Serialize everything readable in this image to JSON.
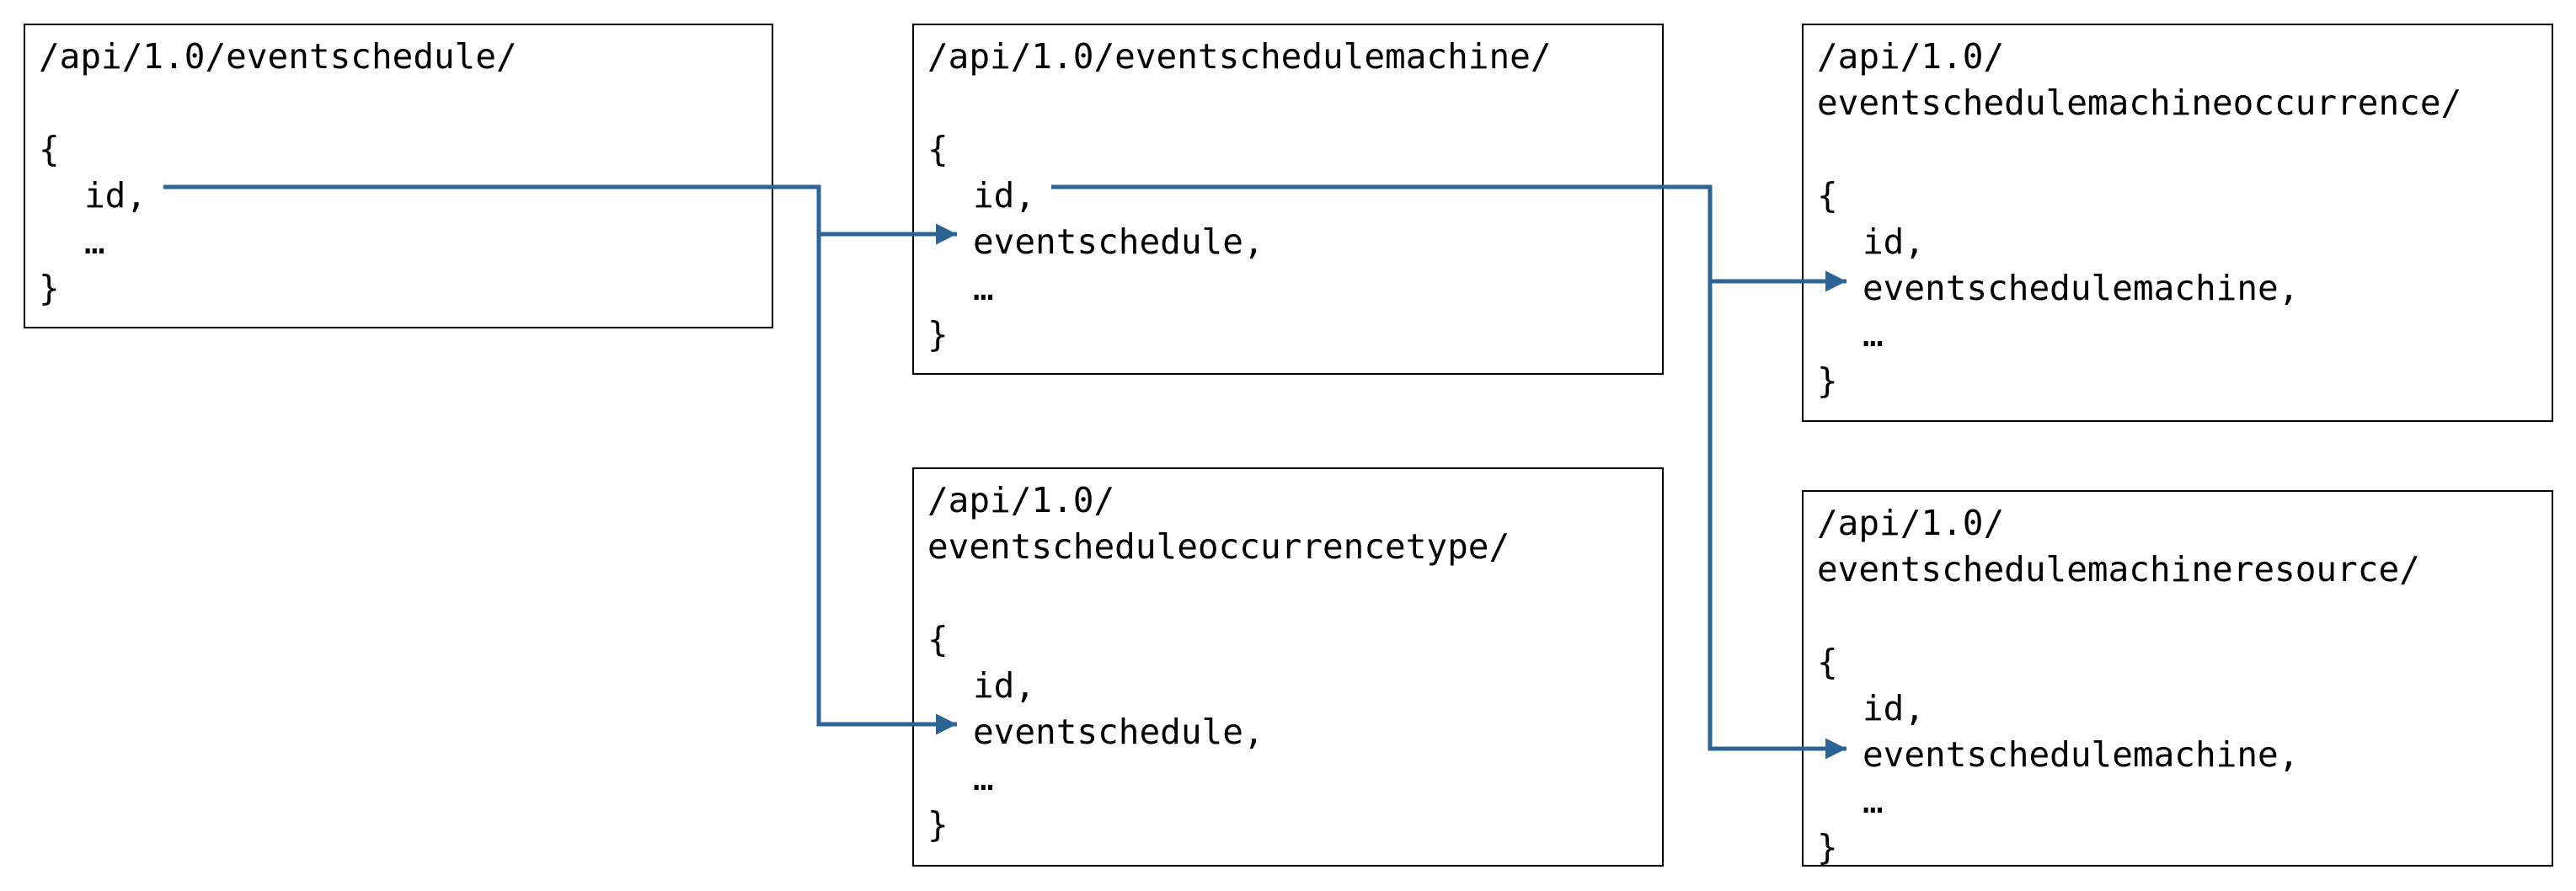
{
  "colors": {
    "connector": "#2d6496",
    "border": "#000000"
  },
  "boxes": {
    "eventschedule": {
      "path_lines": [
        "/api/1.0/eventschedule/"
      ],
      "open": "{",
      "fields": [
        "id,",
        "…"
      ],
      "close": "}"
    },
    "eventschedulemachine": {
      "path_lines": [
        "/api/1.0/eventschedulemachine/"
      ],
      "open": "{",
      "fields": [
        "id,",
        "eventschedule,",
        "…"
      ],
      "close": "}"
    },
    "eventscheduleoccurrencetype": {
      "path_lines": [
        "/api/1.0/",
        "eventscheduleoccurrencetype/"
      ],
      "open": "{",
      "fields": [
        "id,",
        "eventschedule,",
        "…"
      ],
      "close": "}"
    },
    "eventschedulemachineoccurrence": {
      "path_lines": [
        "/api/1.0/",
        "eventschedulemachineoccurrence/"
      ],
      "open": "{",
      "fields": [
        "id,",
        "eventschedulemachine,",
        "…"
      ],
      "close": "}"
    },
    "eventschedulemachineresource": {
      "path_lines": [
        "/api/1.0/",
        "eventschedulemachineresource/"
      ],
      "open": "{",
      "fields": [
        "id,",
        "eventschedulemachine,",
        "…"
      ],
      "close": "}"
    }
  },
  "links": [
    {
      "from": "eventschedule.id",
      "to": "eventschedulemachine.eventschedule"
    },
    {
      "from": "eventschedule.id",
      "to": "eventscheduleoccurrencetype.eventschedule"
    },
    {
      "from": "eventschedulemachine.id",
      "to": "eventschedulemachineoccurrence.eventschedulemachine"
    },
    {
      "from": "eventschedulemachine.id",
      "to": "eventschedulemachineresource.eventschedulemachine"
    }
  ]
}
